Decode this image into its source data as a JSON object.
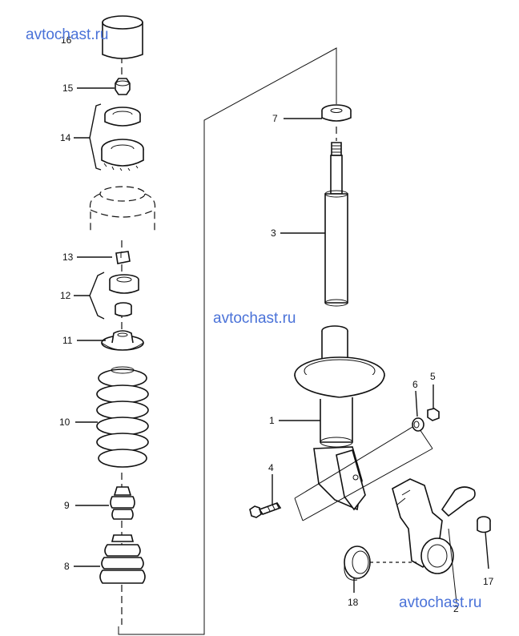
{
  "watermarks": [
    "avtochast.ru",
    "avtochast.ru",
    "avtochast.ru"
  ],
  "callouts": [
    "16",
    "15",
    "14",
    "13",
    "12",
    "11",
    "10",
    "9",
    "8",
    "7",
    "3",
    "1",
    "4",
    "6",
    "5",
    "18",
    "17",
    "2"
  ]
}
